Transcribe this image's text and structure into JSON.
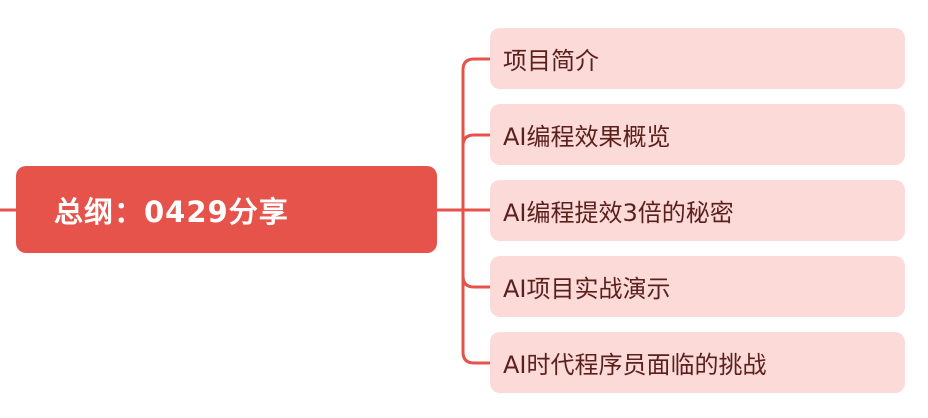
{
  "root": {
    "label": "总纲：0429分享"
  },
  "children": [
    {
      "label": "项目简介"
    },
    {
      "label": "AI编程效果概览"
    },
    {
      "label": "AI编程提效3倍的秘密"
    },
    {
      "label": "AI项目实战演示"
    },
    {
      "label": "AI时代程序员面临的挑战"
    }
  ],
  "colors": {
    "root_fill": "#e5534b",
    "child_fill": "#fbdad8",
    "connector": "#e5534b",
    "child_text": "#5b1f1c",
    "root_text": "#ffffff"
  }
}
